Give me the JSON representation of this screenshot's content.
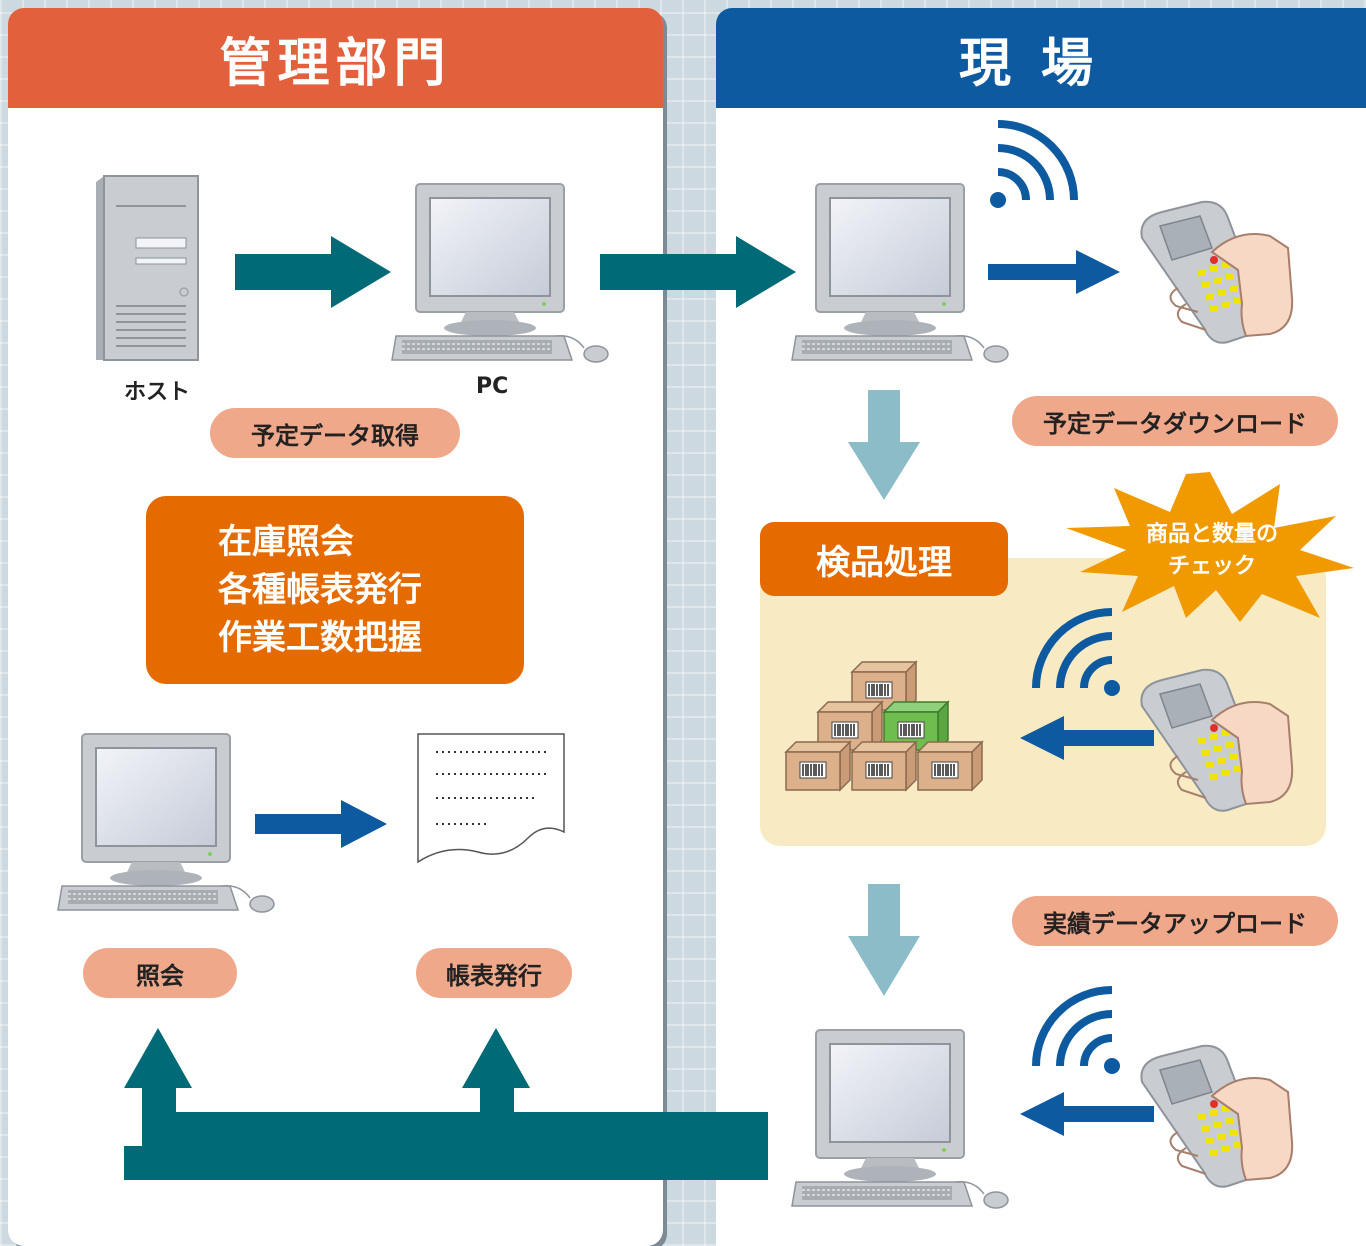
{
  "left_panel": {
    "header": "管理部門",
    "host_label": "ホスト",
    "pc_label": "PC",
    "get_plan_pill": "予定データ取得",
    "functions": [
      "在庫照会",
      "各種帳表発行",
      "作業工数把握"
    ],
    "inquiry_pill": "照会",
    "report_pill": "帳表発行"
  },
  "right_panel": {
    "header": "現場",
    "download_pill": "予定データダウンロード",
    "inspection_tag": "検品処理",
    "burst_lines": [
      "商品と数量の",
      "チェック"
    ],
    "upload_pill": "実績データアップロード"
  },
  "colors": {
    "left_header": "#e3603c",
    "right_header": "#0e5aa1",
    "teal_arrow": "#006a77",
    "blue_arrow": "#0e5aa1",
    "light_arrow": "#8cbcc8",
    "pill": "#f0a88b",
    "orange": "#e56a00",
    "burst": "#f09a00",
    "cream": "#f8ebc4"
  }
}
